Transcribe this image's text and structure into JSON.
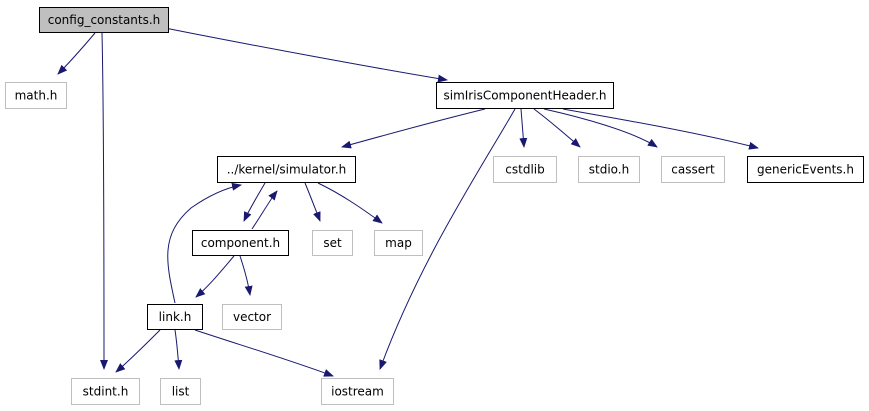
{
  "title": "config_constants.h",
  "colors": {
    "edge": "#191970",
    "root_fill": "#bfbfbf",
    "documented_border": "#000000",
    "external_border": "#bfbfbf",
    "text": "#000000"
  },
  "nodes": [
    {
      "id": "config_constants",
      "label": "config_constants.h",
      "kind": "root"
    },
    {
      "id": "math",
      "label": "math.h",
      "kind": "external"
    },
    {
      "id": "simIris",
      "label": "simIrisComponentHeader.h",
      "kind": "documented"
    },
    {
      "id": "simulator",
      "label": "../kernel/simulator.h",
      "kind": "documented"
    },
    {
      "id": "cstdlib",
      "label": "cstdlib",
      "kind": "external"
    },
    {
      "id": "stdio",
      "label": "stdio.h",
      "kind": "external"
    },
    {
      "id": "cassert",
      "label": "cassert",
      "kind": "external"
    },
    {
      "id": "genericEvents",
      "label": "genericEvents.h",
      "kind": "documented"
    },
    {
      "id": "component",
      "label": "component.h",
      "kind": "documented"
    },
    {
      "id": "set",
      "label": "set",
      "kind": "external"
    },
    {
      "id": "map",
      "label": "map",
      "kind": "external"
    },
    {
      "id": "link",
      "label": "link.h",
      "kind": "documented"
    },
    {
      "id": "vector",
      "label": "vector",
      "kind": "external"
    },
    {
      "id": "stdint",
      "label": "stdint.h",
      "kind": "external"
    },
    {
      "id": "list",
      "label": "list",
      "kind": "external"
    },
    {
      "id": "iostream",
      "label": "iostream",
      "kind": "external"
    }
  ],
  "edges": [
    {
      "from": "config_constants",
      "to": "math"
    },
    {
      "from": "config_constants",
      "to": "simIris"
    },
    {
      "from": "config_constants",
      "to": "stdint"
    },
    {
      "from": "simIris",
      "to": "simulator"
    },
    {
      "from": "simIris",
      "to": "cstdlib"
    },
    {
      "from": "simIris",
      "to": "stdio"
    },
    {
      "from": "simIris",
      "to": "cassert"
    },
    {
      "from": "simIris",
      "to": "genericEvents"
    },
    {
      "from": "simIris",
      "to": "iostream"
    },
    {
      "from": "simulator",
      "to": "component"
    },
    {
      "from": "simulator",
      "to": "set"
    },
    {
      "from": "simulator",
      "to": "map"
    },
    {
      "from": "component",
      "to": "simulator"
    },
    {
      "from": "component",
      "to": "link"
    },
    {
      "from": "component",
      "to": "vector"
    },
    {
      "from": "link",
      "to": "simulator"
    },
    {
      "from": "link",
      "to": "stdint"
    },
    {
      "from": "link",
      "to": "list"
    },
    {
      "from": "link",
      "to": "iostream"
    }
  ]
}
